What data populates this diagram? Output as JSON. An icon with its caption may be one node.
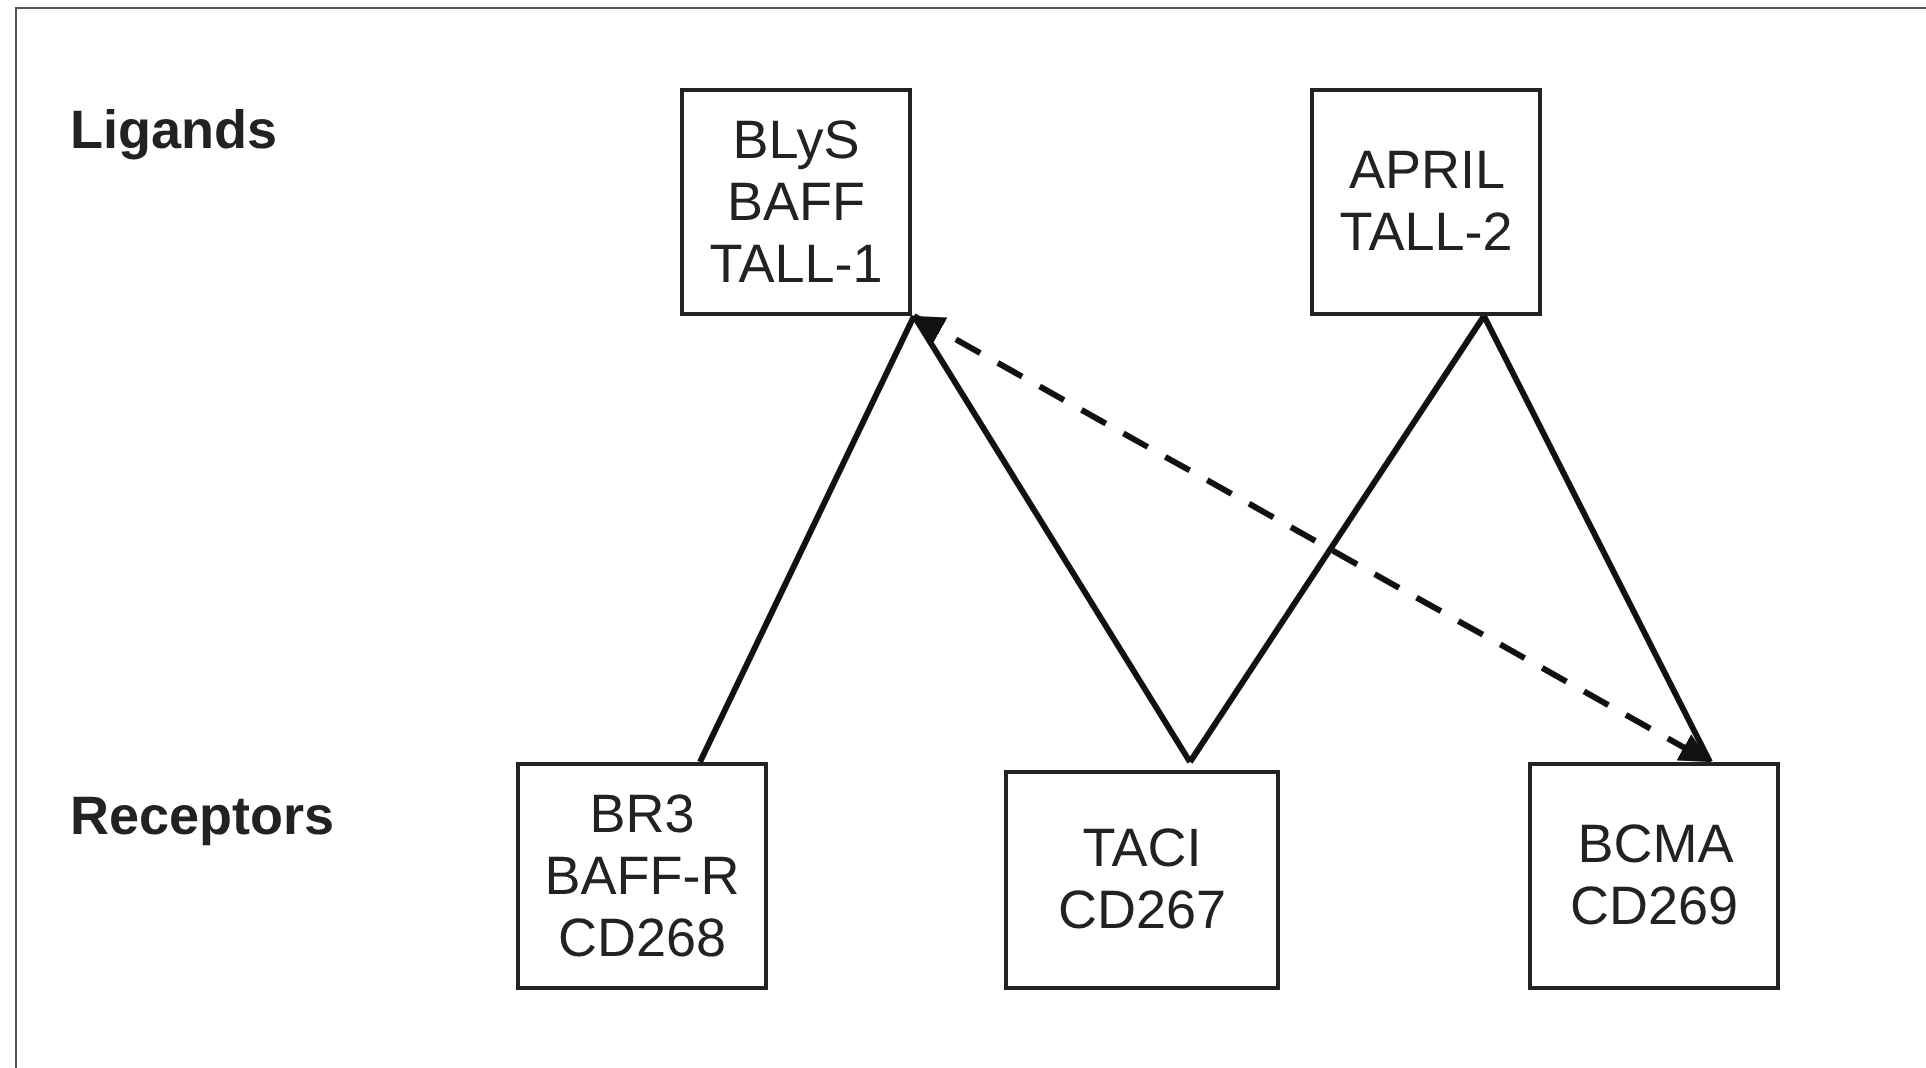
{
  "diagram": {
    "nodes": [
      {
        "text": [
          "BLyS BAFF TALL-1"
        ]
      },
      {
        "text": [
          "APRIL TALL-2"
        ]
      },
      {
        "text": [
          "BR3 BAFF-R CD268"
        ]
      },
      {
        "text": [
          "TACI CD267"
        ]
      },
      {
        "text": [
          "BCMA CD269"
        ]
      }
    ],
    "edges": [
      {
        "from": 0,
        "to": 2,
        "arrow": "none"
      },
      {
        "from": 0,
        "to": 3,
        "arrow": "none"
      },
      {
        "from": 1,
        "to": 3,
        "arrow": "none"
      },
      {
        "from": 1,
        "to": 4,
        "arrow": "none"
      },
      {
        "from": 0,
        "to": 4,
        "arrow": "both",
        "style": "dashed"
      }
    ],
    "labels": [
      "Ligands",
      "Receptors"
    ]
  }
}
